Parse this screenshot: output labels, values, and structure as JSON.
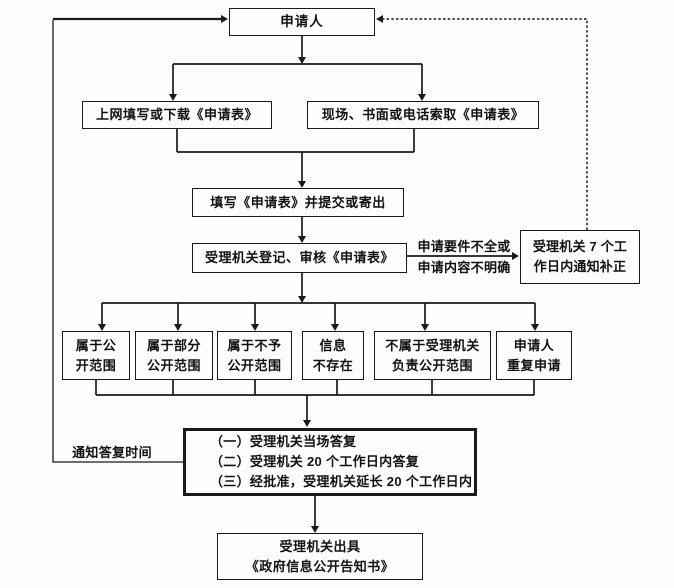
{
  "canvas": {
    "background": "#fdfdfd",
    "ink_color": "#1a1a1a"
  },
  "nodes": {
    "applicant": {
      "label": "申请人"
    },
    "online_form": {
      "label": "上网填写或下载《申请表》"
    },
    "onsite_form": {
      "label": "现场、书面或电话索取《申请表》"
    },
    "fill_form": {
      "label": "填写《申请表》并提交或寄出"
    },
    "register": {
      "label": "受理机关登记、审核《申请表》"
    },
    "supplement": {
      "line1": "受理机关 7 个工",
      "line2": "作日内通知补正"
    },
    "scope_public": {
      "line1": "属于公",
      "line2": "开范围"
    },
    "scope_partial": {
      "line1": "属于部分",
      "line2": "公开范围"
    },
    "scope_denied": {
      "line1": "属于不予",
      "line2": "公开范围"
    },
    "info_not_exist": {
      "line1": "信息",
      "line2": "不存在"
    },
    "not_responsible": {
      "line1": "不属于受理机关",
      "line2": "负责公开范围"
    },
    "repeat_apply": {
      "line1": "申请人",
      "line2": "重复申请"
    },
    "reply_rules": {
      "line1": "（一）受理机关当场答复",
      "line2": "（二）受理机关 20 个工作日内答复",
      "line3": "（三）经批准，受理机关延长 20 个工作日内"
    },
    "issue_notice": {
      "line1": "受理机关出具",
      "line2": "《政府信息公开告知书》"
    }
  },
  "edge_labels": {
    "incomplete_line1": "申请要件不全或",
    "incomplete_line2": "申请内容不明确",
    "notify_time": "通知答复时间"
  }
}
